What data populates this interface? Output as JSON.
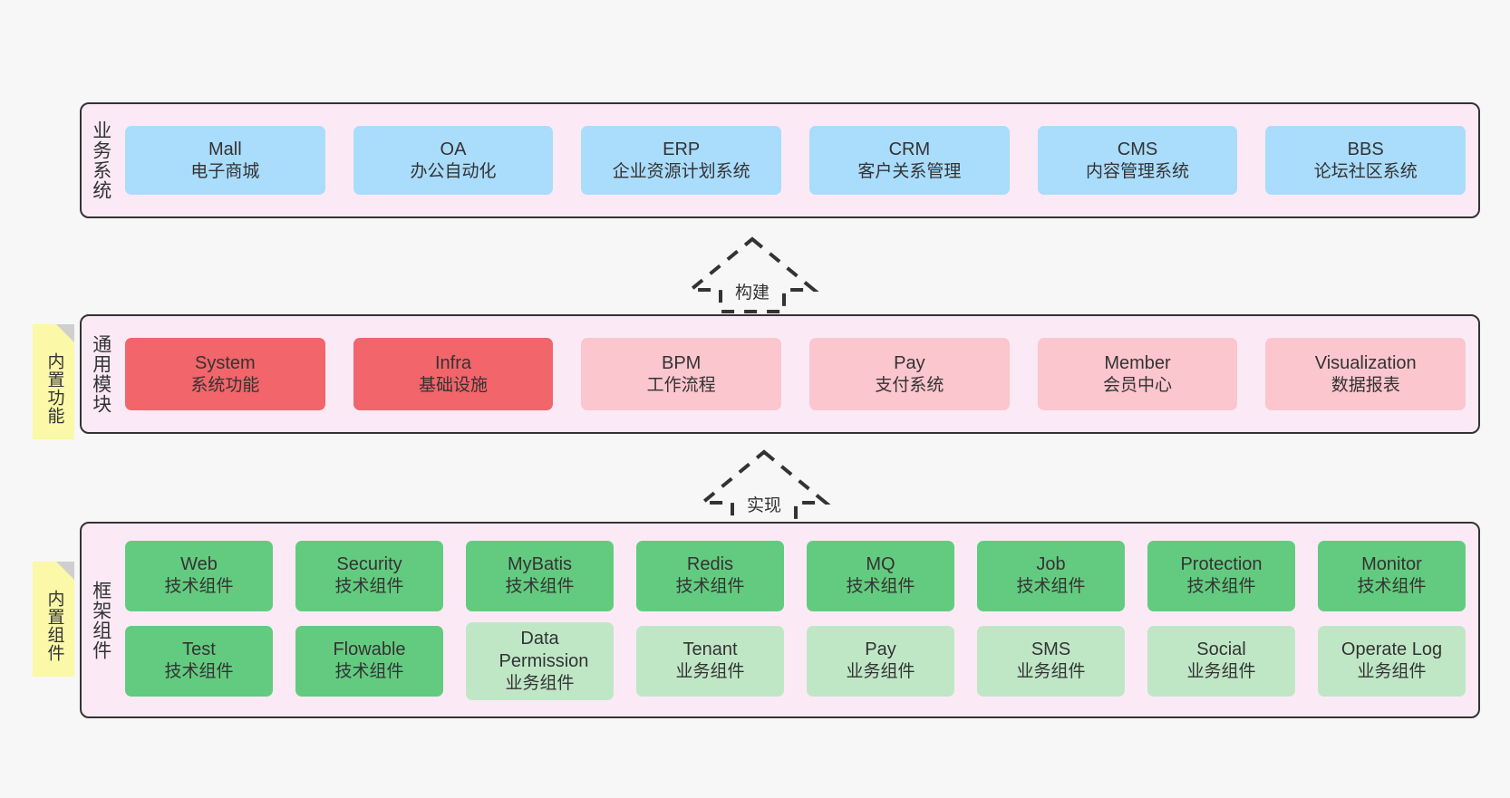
{
  "diagram": {
    "background_color": "#f7f7f7",
    "layer_fill": "#fbeaf5",
    "layers": [
      {
        "id": "business-system",
        "title": "业务系统",
        "rows": [
          {
            "style": "blue",
            "items": [
              {
                "en": "Mall",
                "cn": "电子商城"
              },
              {
                "en": "OA",
                "cn": "办公自动化"
              },
              {
                "en": "ERP",
                "cn": "企业资源计划系统"
              },
              {
                "en": "CRM",
                "cn": "客户关系管理"
              },
              {
                "en": "CMS",
                "cn": "内容管理系统"
              },
              {
                "en": "BBS",
                "cn": "论坛社区系统"
              }
            ]
          }
        ]
      },
      {
        "id": "common-module",
        "title": "通用模块",
        "note": "内置功能",
        "rows": [
          {
            "items": [
              {
                "en": "System",
                "cn": "系统功能",
                "style": "red"
              },
              {
                "en": "Infra",
                "cn": "基础设施",
                "style": "red"
              },
              {
                "en": "BPM",
                "cn": "工作流程",
                "style": "pink"
              },
              {
                "en": "Pay",
                "cn": "支付系统",
                "style": "pink"
              },
              {
                "en": "Member",
                "cn": "会员中心",
                "style": "pink"
              },
              {
                "en": "Visualization",
                "cn": "数据报表",
                "style": "pink"
              }
            ]
          }
        ]
      },
      {
        "id": "framework-component",
        "title": "框架组件",
        "note": "内置组件",
        "rows": [
          {
            "items": [
              {
                "en": "Web",
                "cn": "技术组件",
                "style": "green"
              },
              {
                "en": "Security",
                "cn": "技术组件",
                "style": "green"
              },
              {
                "en": "MyBatis",
                "cn": "技术组件",
                "style": "green"
              },
              {
                "en": "Redis",
                "cn": "技术组件",
                "style": "green"
              },
              {
                "en": "MQ",
                "cn": "技术组件",
                "style": "green"
              },
              {
                "en": "Job",
                "cn": "技术组件",
                "style": "green"
              },
              {
                "en": "Protection",
                "cn": "技术组件",
                "style": "green"
              },
              {
                "en": "Monitor",
                "cn": "技术组件",
                "style": "green"
              }
            ]
          },
          {
            "items": [
              {
                "en": "Test",
                "cn": "技术组件",
                "style": "green"
              },
              {
                "en": "Flowable",
                "cn": "技术组件",
                "style": "green"
              },
              {
                "en": "Data Permission",
                "cn": "业务组件",
                "style": "lightgreen",
                "tall": true
              },
              {
                "en": "Tenant",
                "cn": "业务组件",
                "style": "lightgreen"
              },
              {
                "en": "Pay",
                "cn": "业务组件",
                "style": "lightgreen"
              },
              {
                "en": "SMS",
                "cn": "业务组件",
                "style": "lightgreen"
              },
              {
                "en": "Social",
                "cn": "业务组件",
                "style": "lightgreen"
              },
              {
                "en": "Operate Log",
                "cn": "业务组件",
                "style": "lightgreen"
              }
            ]
          }
        ]
      }
    ],
    "arrows": [
      {
        "id": "arrow-build",
        "label": "构建"
      },
      {
        "id": "arrow-implement",
        "label": "实现"
      }
    ]
  }
}
